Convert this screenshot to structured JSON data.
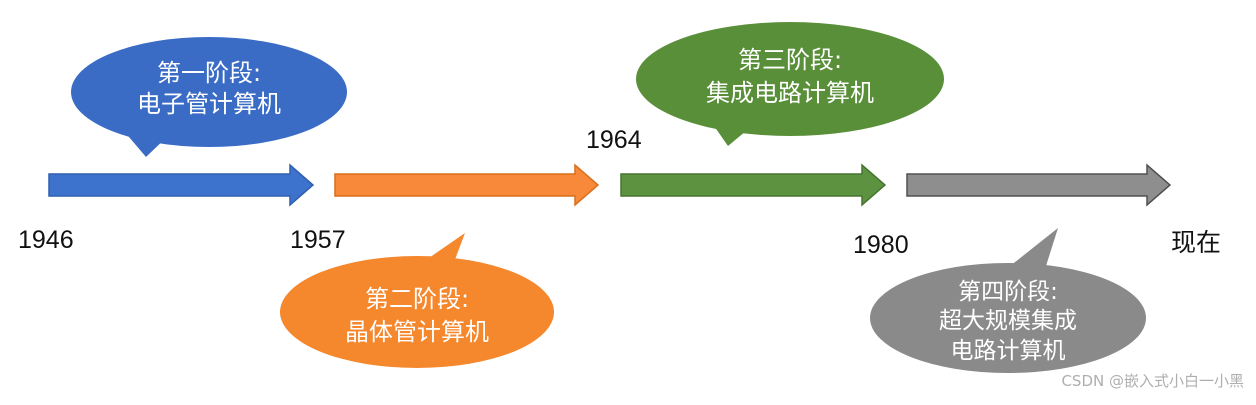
{
  "timeline": {
    "years": [
      "1946",
      "1957",
      "1964",
      "1980",
      "现在"
    ],
    "stages": [
      {
        "line1": "第一阶段:",
        "line2": "电子管计算机",
        "line3": "",
        "color": "#3a6cc6",
        "arrow_color": "#3e73cd"
      },
      {
        "line1": "第二阶段:",
        "line2": "晶体管计算机",
        "line3": "",
        "color": "#f5872d",
        "arrow_color": "#f8893a"
      },
      {
        "line1": "第三阶段:",
        "line2": "集成电路计算机",
        "line3": "",
        "color": "#5a8f3a",
        "arrow_color": "#5d9340"
      },
      {
        "line1": "第四阶段:",
        "line2": "超大规模集成",
        "line3": "电路计算机",
        "color": "#8a8a8a",
        "arrow_color": "#8e8e8e"
      }
    ]
  },
  "watermark": "CSDN @嵌入式小白一小黑"
}
